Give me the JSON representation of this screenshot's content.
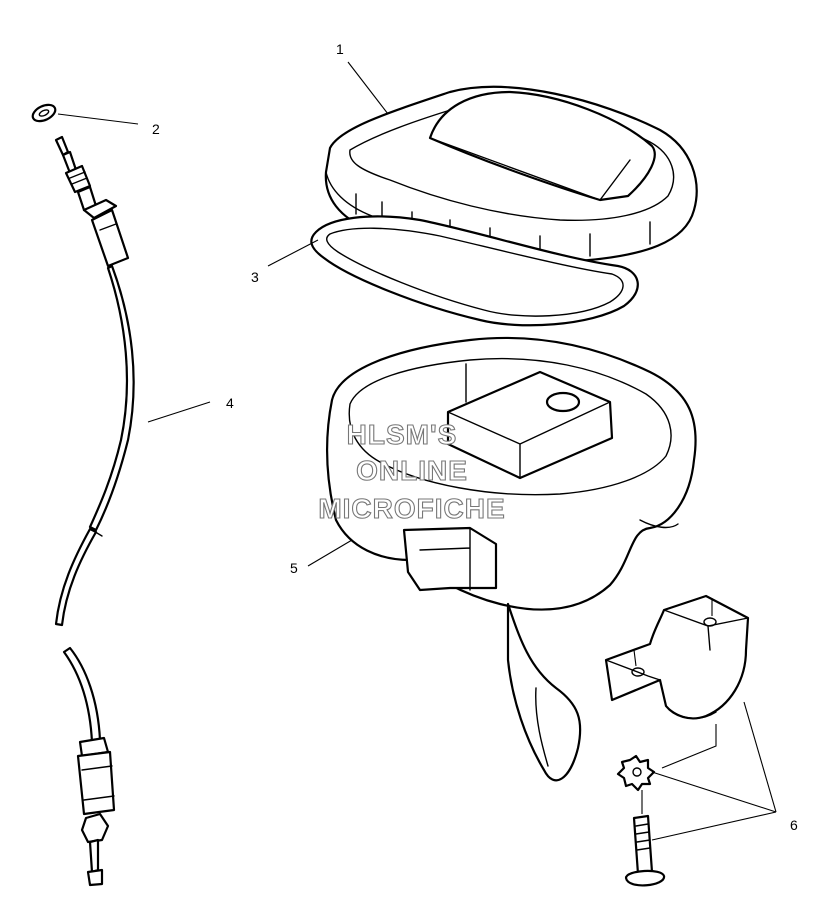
{
  "callouts": {
    "c1": "1",
    "c2": "2",
    "c3": "3",
    "c4": "4",
    "c5": "5",
    "c6": "6"
  },
  "watermark": {
    "line1": "HLSM'S",
    "line2": "ONLINE",
    "line3": "MICROFICHE"
  },
  "colors": {
    "line": "#000000",
    "background": "#ffffff",
    "watermark_outline": "#777777"
  }
}
